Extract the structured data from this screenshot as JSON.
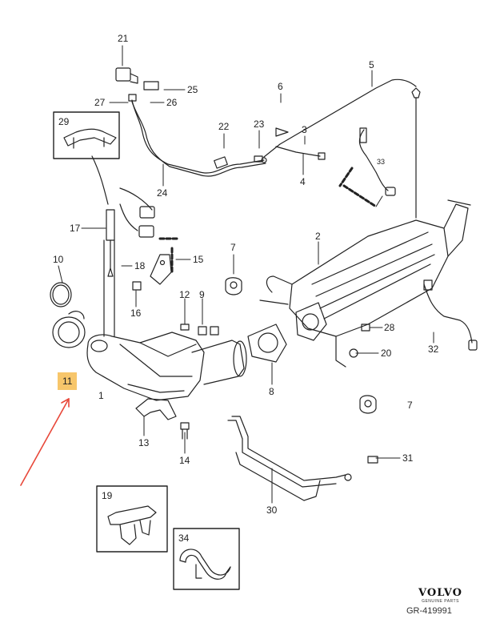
{
  "diagram": {
    "highlighted_part": "11",
    "brand": {
      "logo": "VOLVO",
      "sub": "GENUINE PARTS"
    },
    "reference": "GR-419991",
    "callouts": [
      {
        "id": "c21",
        "label": "21"
      },
      {
        "id": "c25",
        "label": "25"
      },
      {
        "id": "c27",
        "label": "27"
      },
      {
        "id": "c26",
        "label": "26"
      },
      {
        "id": "c6",
        "label": "6"
      },
      {
        "id": "c5",
        "label": "5"
      },
      {
        "id": "c22",
        "label": "22"
      },
      {
        "id": "c23",
        "label": "23"
      },
      {
        "id": "c3",
        "label": "3"
      },
      {
        "id": "c4",
        "label": "4"
      },
      {
        "id": "c33",
        "label": "33"
      },
      {
        "id": "c24",
        "label": "24"
      },
      {
        "id": "c17",
        "label": "17"
      },
      {
        "id": "c10",
        "label": "10"
      },
      {
        "id": "c18",
        "label": "18"
      },
      {
        "id": "c15",
        "label": "15"
      },
      {
        "id": "c7a",
        "label": "7"
      },
      {
        "id": "c2",
        "label": "2"
      },
      {
        "id": "c16",
        "label": "16"
      },
      {
        "id": "c12",
        "label": "12"
      },
      {
        "id": "c9",
        "label": "9"
      },
      {
        "id": "c28",
        "label": "28"
      },
      {
        "id": "c20",
        "label": "20"
      },
      {
        "id": "c32",
        "label": "32"
      },
      {
        "id": "c1",
        "label": "1"
      },
      {
        "id": "c8",
        "label": "8"
      },
      {
        "id": "c7b",
        "label": "7"
      },
      {
        "id": "c13",
        "label": "13"
      },
      {
        "id": "c14",
        "label": "14"
      },
      {
        "id": "c31",
        "label": "31"
      },
      {
        "id": "c30",
        "label": "30"
      }
    ],
    "insets": [
      {
        "id": "i29",
        "label": "29"
      },
      {
        "id": "i19",
        "label": "19"
      },
      {
        "id": "i34",
        "label": "34"
      }
    ]
  }
}
